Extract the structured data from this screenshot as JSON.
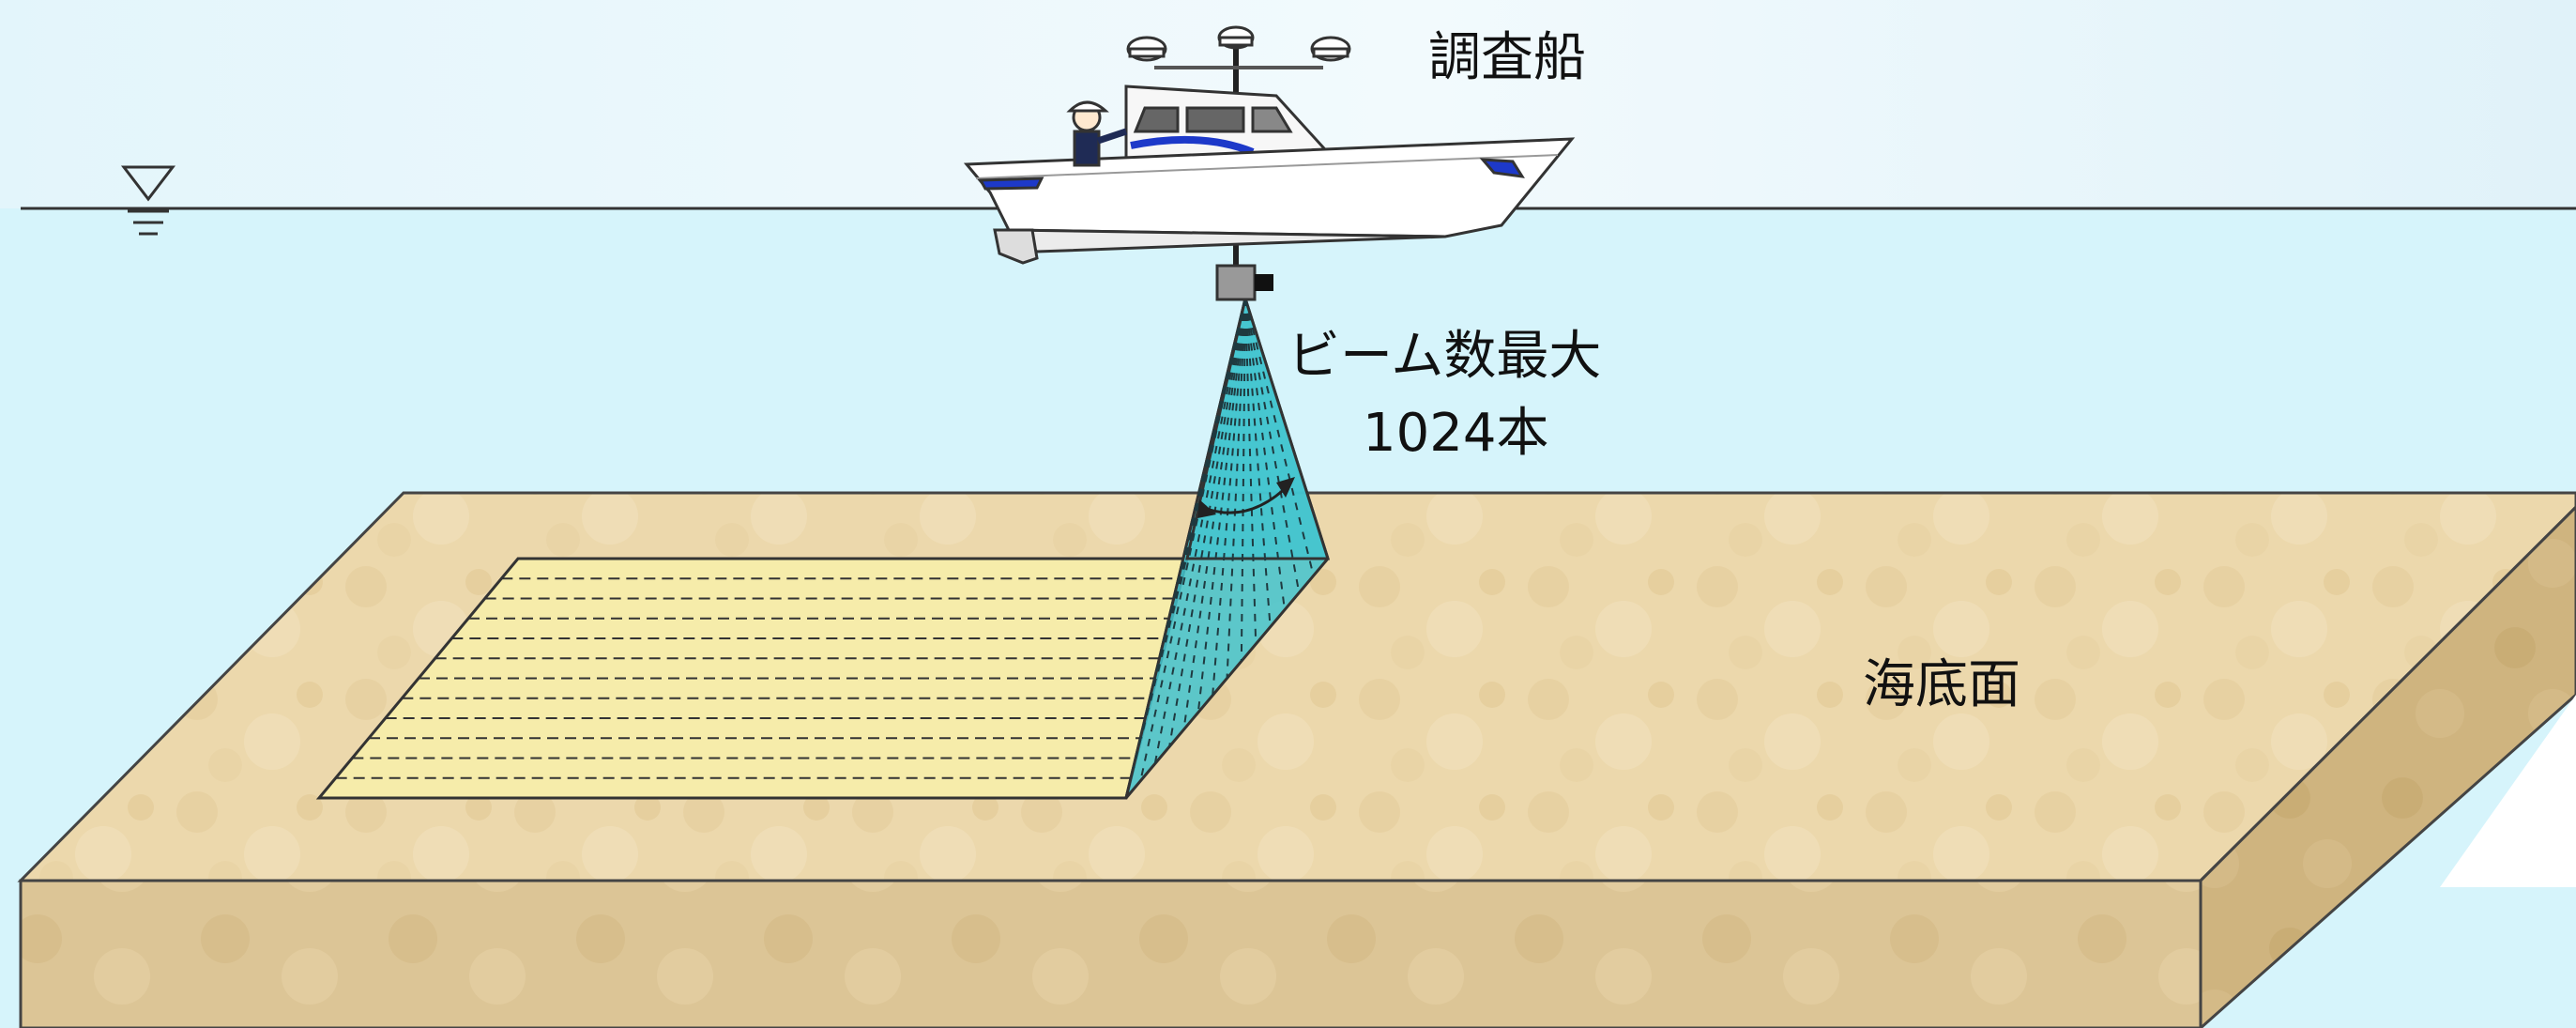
{
  "labels": {
    "vessel": "調査船",
    "beam_line1": "ビーム数最大",
    "beam_line2": "1024本",
    "seabed": "海底面"
  },
  "colors": {
    "sky_light": "#ffffff",
    "sky_tint": "#dff3fa",
    "water": "#d6f4fb",
    "sand": "#ecd8ac",
    "sand_side": "#d9c190",
    "sand_dark": "#cdb27c",
    "survey_area": "#f6ecaa",
    "beam": "#43c4cf",
    "line": "#333333"
  },
  "icons": [
    "water-level-icon",
    "survey-vessel-icon",
    "transducer-icon"
  ]
}
